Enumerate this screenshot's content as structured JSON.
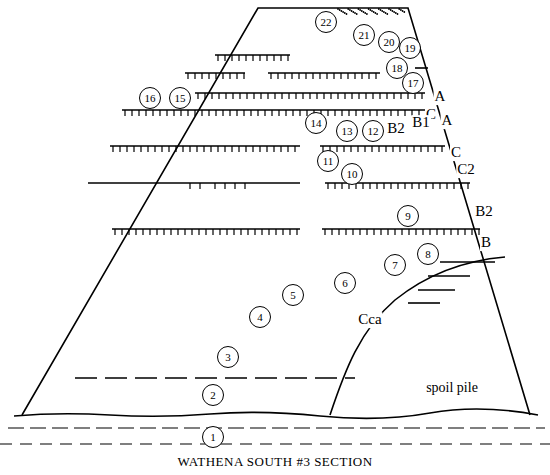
{
  "diagram": {
    "caption": "WATHENA SOUTH #3 SECTION",
    "nodes": [
      {
        "text": [
          "22"
        ]
      },
      {
        "text": [
          "21"
        ]
      },
      {
        "text": [
          "20"
        ]
      },
      {
        "text": [
          "19"
        ]
      },
      {
        "text": [
          "18"
        ]
      },
      {
        "text": [
          "17"
        ]
      },
      {
        "text": [
          "16"
        ]
      },
      {
        "text": [
          "15"
        ]
      },
      {
        "text": [
          "14"
        ]
      },
      {
        "text": [
          "13"
        ]
      },
      {
        "text": [
          "12"
        ]
      },
      {
        "text": [
          "11"
        ]
      },
      {
        "text": [
          "10"
        ]
      },
      {
        "text": [
          "9"
        ]
      },
      {
        "text": [
          "8"
        ]
      },
      {
        "text": [
          "7"
        ]
      },
      {
        "text": [
          "6"
        ]
      },
      {
        "text": [
          "5"
        ]
      },
      {
        "text": [
          "4"
        ]
      },
      {
        "text": [
          "3"
        ]
      },
      {
        "text": [
          "2"
        ]
      },
      {
        "text": [
          "1"
        ]
      }
    ],
    "labels": [
      "A",
      "C",
      "A",
      "B2",
      "B1",
      "C",
      "C2",
      "B2",
      "B",
      "Cca",
      "spoil pile"
    ]
  }
}
